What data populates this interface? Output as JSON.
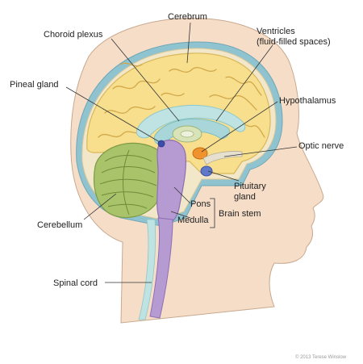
{
  "labels": {
    "cerebrum": "Cerebrum",
    "choroid_plexus": "Choroid plexus",
    "ventricles_line1": "Ventricles",
    "ventricles_line2": "(fluid-filled spaces)",
    "pineal_gland": "Pineal gland",
    "hypothalamus": "Hypothalamus",
    "optic_nerve": "Optic nerve",
    "pituitary_line1": "Pituitary",
    "pituitary_line2": "gland",
    "pons": "Pons",
    "brain_stem": "Brain stem",
    "medulla": "Medulla",
    "cerebellum": "Cerebellum",
    "spinal_cord": "Spinal cord"
  },
  "credit": "© 2013 Terese Winslow",
  "colors": {
    "skin": "#f6ddc8",
    "skull": "#8fc3cf",
    "cerebrum": "#f7df8e",
    "cerebellum": "#a9c36a",
    "brainstem": "#b69ad2",
    "ventricles": "#a9d7d9",
    "hypothalamus": "#f0922e",
    "pineal": "#3d4fa8"
  }
}
